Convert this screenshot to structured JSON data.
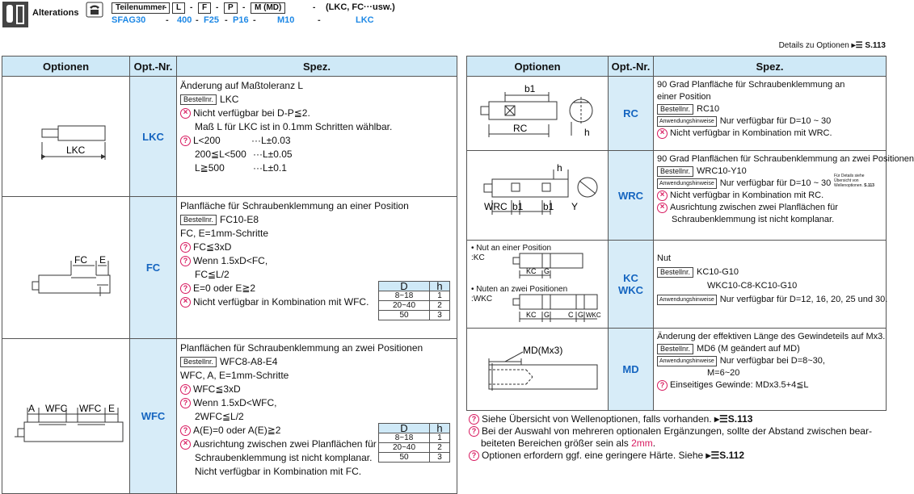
{
  "header": {
    "section_label": "Alterations",
    "part_boxes": [
      {
        "code": "Teilenummer",
        "value": "SFAG30"
      },
      {
        "code": "L",
        "value": "400"
      },
      {
        "code": "F",
        "value": "F25"
      },
      {
        "code": "P",
        "value": "P16"
      },
      {
        "code": "M (MD)",
        "value": "M10"
      }
    ],
    "separator": "-",
    "suffix_text": "(LKC, FC···usw.)",
    "suffix_value": "LKC"
  },
  "details": {
    "text": "Details zu Optionen",
    "ref": "S.113"
  },
  "columns": {
    "options": "Optionen",
    "opt_nr": "Opt.-Nr.",
    "spec": "Spez."
  },
  "left_rows": [
    {
      "code": "LKC",
      "image_label": "LKC",
      "lines": [
        {
          "text": "Änderung auf Maßtoleranz L"
        },
        {
          "badge": "Bestellnr.",
          "text": "LKC"
        },
        {
          "ng": true,
          "text": "Nicht verfügbar bei D-P≦2."
        },
        {
          "ind": true,
          "text": "Maß L für LKC ist in 0.1mm Schritten wählbar."
        },
        {
          "ok": true,
          "text": "L<200",
          "right": "···L±0.03"
        },
        {
          "ind": true,
          "text": "200≦L<500",
          "right": "···L±0.05"
        },
        {
          "ind": true,
          "text": "L≧500",
          "right": "···L±0.1"
        }
      ]
    },
    {
      "code": "FC",
      "image_labels": [
        "FC",
        "E"
      ],
      "lines": [
        {
          "text": "Planfläche für Schraubenklemmung an einer Position"
        },
        {
          "badge": "Bestellnr.",
          "text": "FC10-E8"
        },
        {
          "text": "FC, E=1mm-Schritte"
        },
        {
          "ok": true,
          "text": "FC≦3xD"
        },
        {
          "ok": true,
          "text": "Wenn 1.5xD<FC,"
        },
        {
          "ind": true,
          "text": "FC≦L/2"
        },
        {
          "ok": true,
          "text": "E=0 oder E≧2"
        },
        {
          "ng": true,
          "text": "Nicht verfügbar in Kombination mit WFC."
        }
      ],
      "dh_table": {
        "headers": [
          "D",
          "h"
        ],
        "rows": [
          [
            "8~18",
            "1"
          ],
          [
            "20~40",
            "2"
          ],
          [
            "50",
            "3"
          ]
        ]
      }
    },
    {
      "code": "WFC",
      "image_labels": [
        "A",
        "WFC",
        "WFC",
        "E"
      ],
      "lines": [
        {
          "text": "Planflächen für Schraubenklemmung an zwei Positionen"
        },
        {
          "badge": "Bestellnr.",
          "text": "WFC8-A8-E4"
        },
        {
          "text": "WFC, A, E=1mm-Schritte"
        },
        {
          "ok": true,
          "text": "WFC≦3xD"
        },
        {
          "ok": true,
          "text": "Wenn 1.5xD<WFC,"
        },
        {
          "ind": true,
          "text": "2WFC≦L/2"
        },
        {
          "ok": true,
          "text": "A(E)=0 oder A(E)≧2"
        },
        {
          "ng": true,
          "text": "Ausrichtung zwischen zwei Planflächen für"
        },
        {
          "ind": true,
          "text": "Schraubenklemmung ist nicht komplanar."
        },
        {
          "ind": true,
          "text": "Nicht verfügbar in Kombination mit FC."
        }
      ],
      "dh_table": {
        "headers": [
          "D",
          "h"
        ],
        "rows": [
          [
            "8~18",
            "1"
          ],
          [
            "20~40",
            "2"
          ],
          [
            "50",
            "3"
          ]
        ]
      }
    }
  ],
  "right_rows": [
    {
      "code": "RC",
      "image_labels": [
        "b1",
        "RC",
        "h"
      ],
      "lines": [
        {
          "text": "90 Grad Planfläche für Schraubenklemmung an"
        },
        {
          "text": "einer Position"
        },
        {
          "badge": "Bestellnr.",
          "text": "RC10"
        },
        {
          "badge": "Anwendungshinweise",
          "text": "Nur verfügbar für D=10 ~ 30"
        },
        {
          "ng": true,
          "text": "Nicht verfügbar in Kombination mit WRC."
        }
      ]
    },
    {
      "code": "WRC",
      "image_labels": [
        "h",
        "WRC",
        "b1",
        "b1",
        "Y"
      ],
      "side_note": "Für Details siehe Übersicht von Wellenoptionen.",
      "side_ref": "S.113",
      "lines": [
        {
          "text": "90 Grad Planflächen für Schraubenklemmung an zwei Positionen"
        },
        {
          "badge": "Bestellnr.",
          "text": "WRC10-Y10"
        },
        {
          "badge": "Anwendungshinweise",
          "text": "Nur verfügbar für D=10 ~ 30"
        },
        {
          "ng": true,
          "text": "Nicht verfügbar in Kombination mit RC."
        },
        {
          "ng": true,
          "text": "Ausrichtung zwischen zwei Planflächen für"
        },
        {
          "ind": true,
          "text": "Schraubenklemmung ist nicht komplanar."
        }
      ]
    },
    {
      "code": "KC\nWKC",
      "image_notes": [
        "• Nut an einer Position",
        ":KC",
        "• Nuten an zwei Positionen",
        ":WKC"
      ],
      "image_labels": [
        "KC",
        "G",
        "KC",
        "G",
        "G",
        "C",
        "WKC"
      ],
      "lines": [
        {
          "text": "Nut"
        },
        {
          "badge": "Bestellnr.",
          "text": "KC10-G10"
        },
        {
          "ind2": true,
          "text": "WKC10-C8-KC10-G10"
        },
        {
          "badge": "Anwendungshinweise",
          "text": "Nur verfügbar für D=12, 16, 20, 25 und 30."
        }
      ]
    },
    {
      "code": "MD",
      "image_labels": [
        "MD(Mx3)"
      ],
      "lines": [
        {
          "text": "Änderung der effektiven Länge des Gewindeteils auf Mx3."
        },
        {
          "badge": "Bestellnr.",
          "text": "MD6 (M geändert auf MD)"
        },
        {
          "badge": "Anwendungshinweise",
          "text": "Nur verfügbar bei D=8~30,"
        },
        {
          "ind2": true,
          "text": "M=6~20"
        },
        {
          "ok": true,
          "text": "Einseitiges Gewinde: MDx3.5+4≦L"
        }
      ]
    }
  ],
  "notes": [
    {
      "text": "Siehe Übersicht von Wellenoptionen, falls vorhanden.",
      "ref": "S.113"
    },
    {
      "text": "Bei der Auswahl von mehreren optionalen Ergänzungen, sollte der Abstand zwischen bear-",
      "cont": "beiteten Bereichen größer sein als ",
      "hl": "2mm",
      "end": "."
    },
    {
      "text": "Optionen erfordern ggf. eine geringere Härte. Siehe",
      "ref": "S.112"
    }
  ]
}
